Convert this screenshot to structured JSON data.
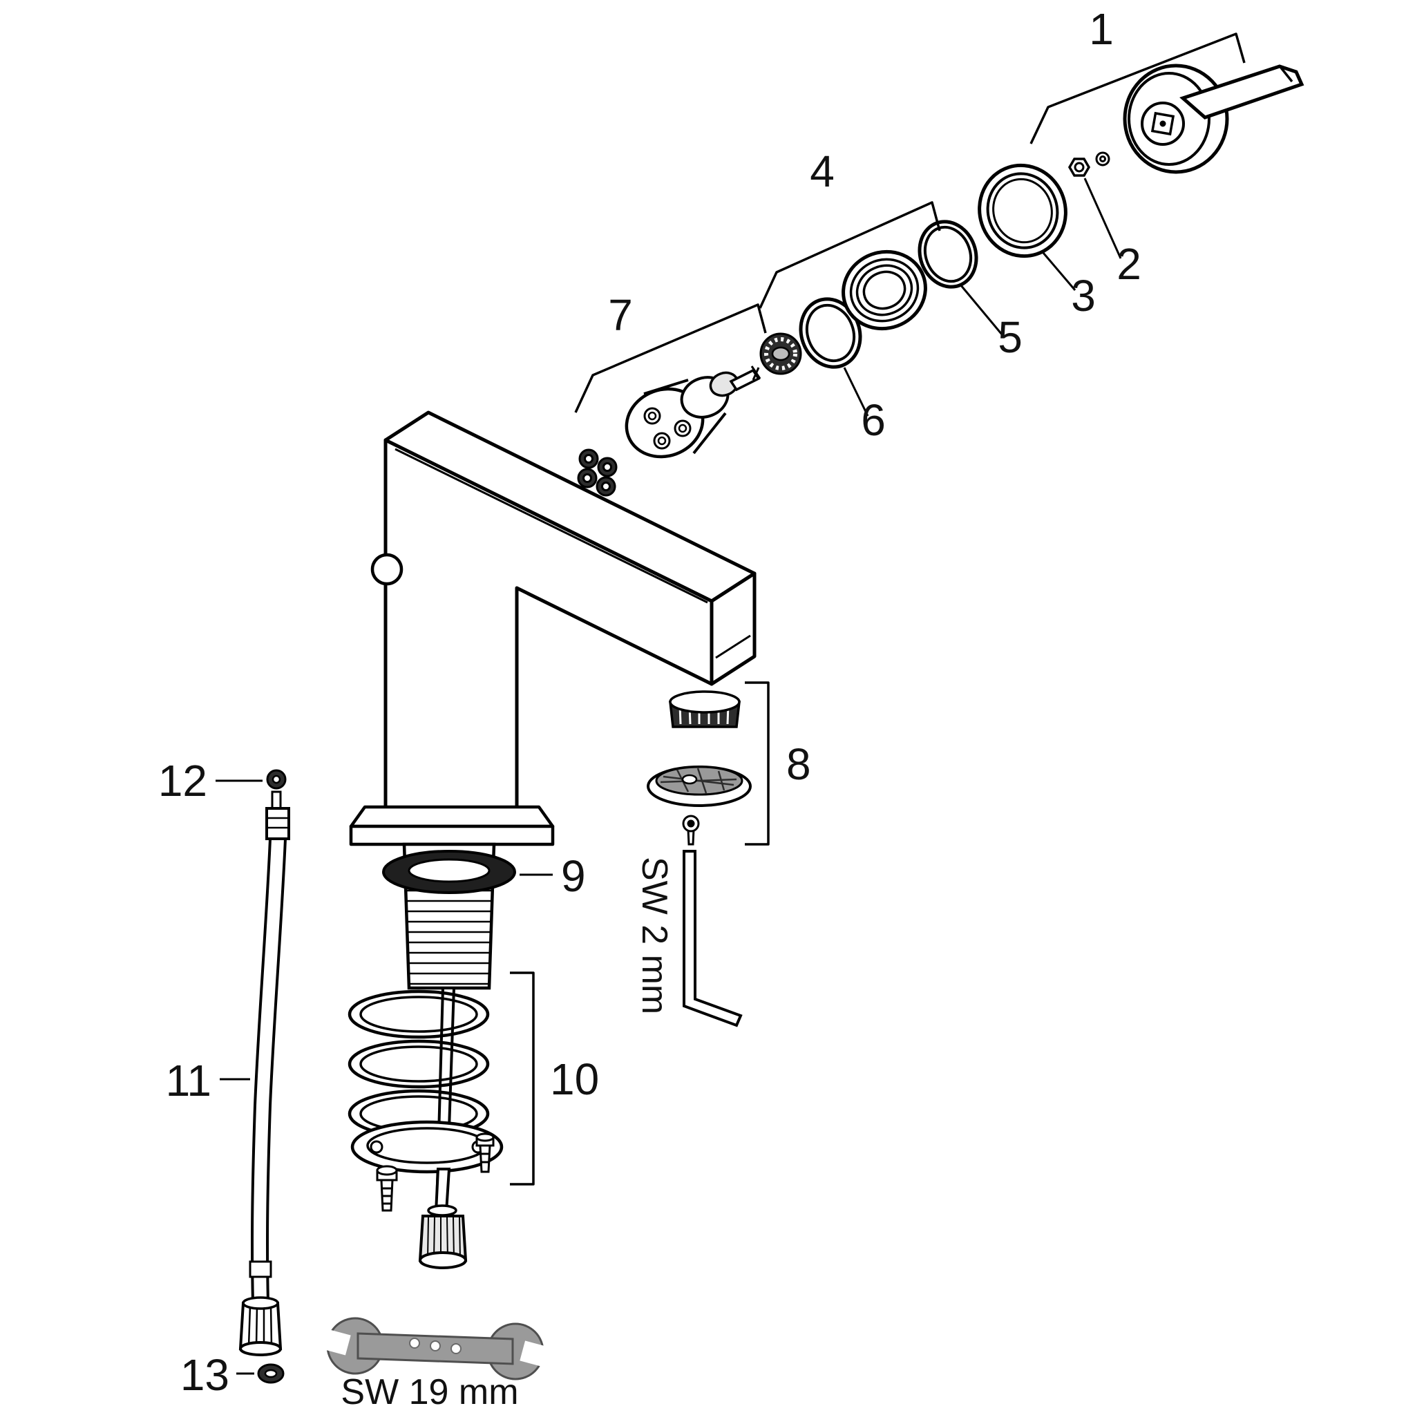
{
  "labels": {
    "p1": "1",
    "p2": "2",
    "p3": "3",
    "p4": "4",
    "p5": "5",
    "p6": "6",
    "p7": "7",
    "p8": "8",
    "p9": "9",
    "p10": "10",
    "p11": "11",
    "p12": "12",
    "p13": "13"
  },
  "annotations": {
    "allen_key_size": "SW 2 mm",
    "wrench_size": "SW 19 mm"
  },
  "colors": {
    "line": "#000000",
    "background": "#ffffff",
    "dark_fill": "#2d2d2d",
    "wrench_fill": "#9a9a9a"
  }
}
